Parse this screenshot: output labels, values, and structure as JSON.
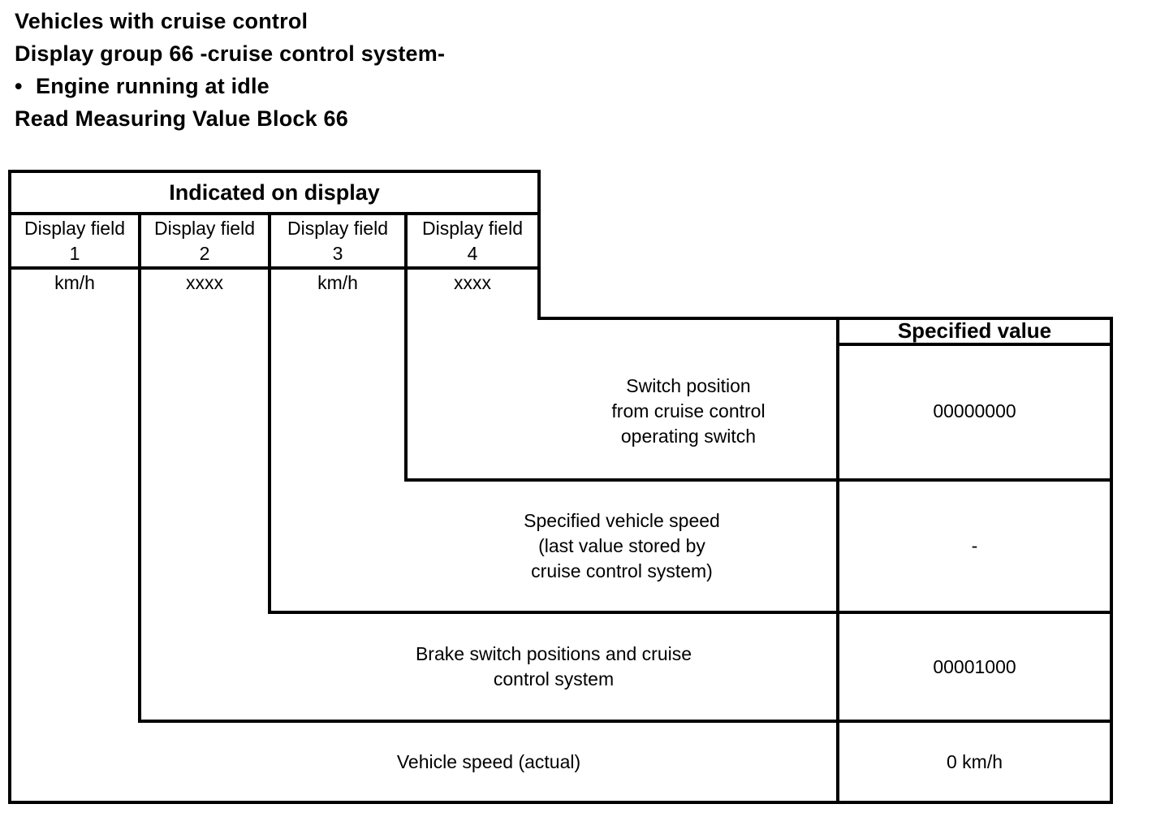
{
  "document": {
    "heading_lines": [
      "Vehicles with cruise control",
      "Display group 66 -cruise control system-",
      "Engine running at idle",
      "Read Measuring Value Block 66"
    ],
    "bullet_glyph": "•"
  },
  "table": {
    "group_header": "Indicated on display",
    "specified_value_header": "Specified value",
    "display_fields": [
      {
        "name": "Display field\n1",
        "unit": "km/h"
      },
      {
        "name": "Display field\n2",
        "unit": "xxxx"
      },
      {
        "name": "Display field\n3",
        "unit": "km/h"
      },
      {
        "name": "Display field\n4",
        "unit": "xxxx"
      }
    ],
    "rows": [
      {
        "description": "Switch position\nfrom cruise control\noperating switch",
        "specified_value": "00000000"
      },
      {
        "description": "Specified vehicle speed\n(last value stored by\ncruise control system)",
        "specified_value": "-"
      },
      {
        "description": "Brake switch positions and cruise\ncontrol system",
        "specified_value": "00001000"
      },
      {
        "description": "Vehicle speed (actual)",
        "specified_value": "0 km/h"
      }
    ]
  },
  "colors": {
    "ink": "#000000",
    "paper": "#ffffff"
  }
}
